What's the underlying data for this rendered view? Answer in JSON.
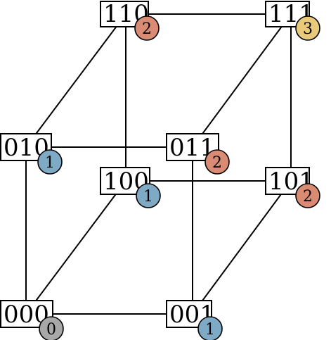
{
  "nodes": [
    {
      "id": "110",
      "label": "110",
      "weight": "2",
      "weight_color": "#d98b73"
    },
    {
      "id": "111",
      "label": "111",
      "weight": "3",
      "weight_color": "#e9c97a"
    },
    {
      "id": "010",
      "label": "010",
      "weight": "1",
      "weight_color": "#7eaac6"
    },
    {
      "id": "011",
      "label": "011",
      "weight": "2",
      "weight_color": "#d98b73"
    },
    {
      "id": "100",
      "label": "100",
      "weight": "1",
      "weight_color": "#7eaac6"
    },
    {
      "id": "101",
      "label": "101",
      "weight": "2",
      "weight_color": "#d98b73"
    },
    {
      "id": "000",
      "label": "000",
      "weight": "0",
      "weight_color": "#a8a8a8"
    },
    {
      "id": "001",
      "label": "001",
      "weight": "1",
      "weight_color": "#7eaac6"
    }
  ],
  "edges": [
    [
      "110",
      "111"
    ],
    [
      "110",
      "010"
    ],
    [
      "110",
      "100"
    ],
    [
      "111",
      "011"
    ],
    [
      "111",
      "101"
    ],
    [
      "010",
      "011"
    ],
    [
      "010",
      "000"
    ],
    [
      "100",
      "101"
    ],
    [
      "100",
      "000"
    ],
    [
      "011",
      "001"
    ],
    [
      "101",
      "001"
    ],
    [
      "000",
      "001"
    ]
  ]
}
